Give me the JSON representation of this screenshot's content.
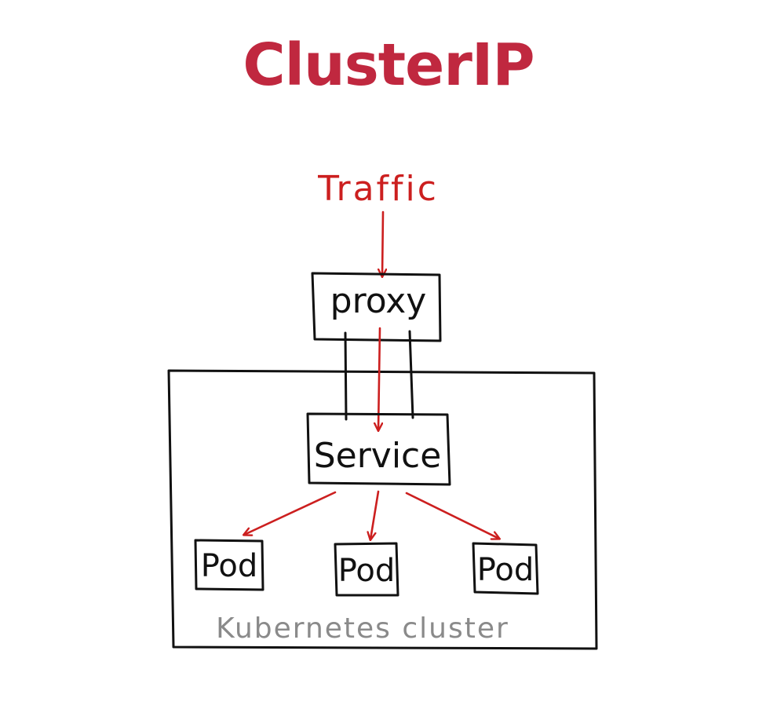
{
  "title": "ClusterIP",
  "colors": {
    "title": "#c0283f",
    "traffic": "#cc1f1f",
    "ink": "#111111",
    "cluster_label": "#8a8a8a"
  },
  "nodes": {
    "traffic": "Traffic",
    "proxy": "proxy",
    "service": "Service",
    "pods": [
      "Pod",
      "Pod",
      "Pod"
    ]
  },
  "cluster_label": "Kubernetes cluster"
}
